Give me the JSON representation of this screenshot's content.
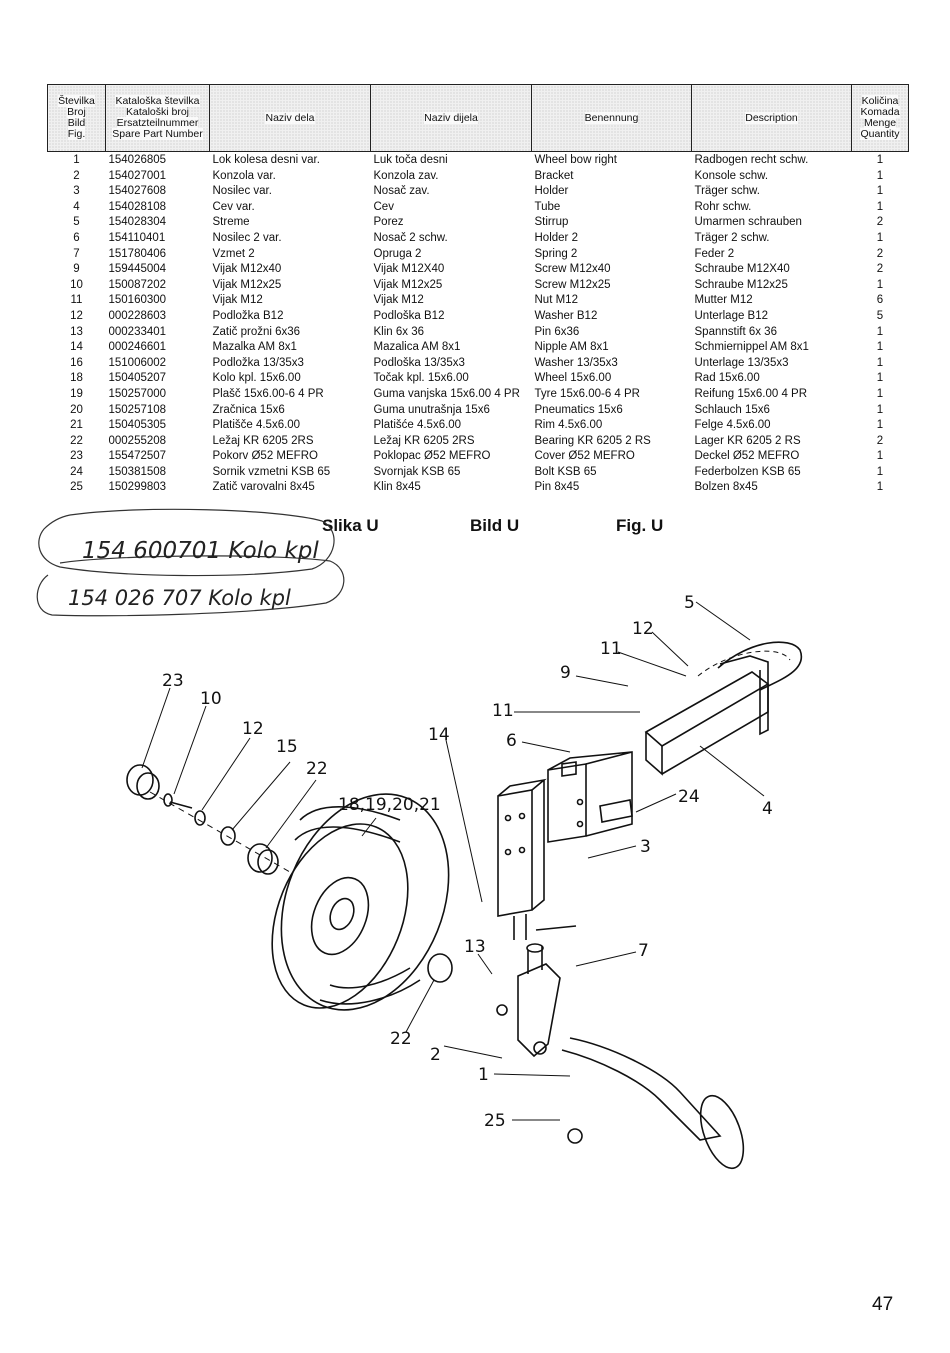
{
  "table": {
    "headers": [
      [
        "Številka",
        "Broj",
        "Bild",
        "Fig."
      ],
      [
        "Kataloška številka",
        "Kataloški broj",
        "Ersatzteilnummer",
        "Spare Part Number"
      ],
      [
        "Naziv dela"
      ],
      [
        "Naziv dijela"
      ],
      [
        "Benennung"
      ],
      [
        "Description"
      ],
      [
        "Količina",
        "Komada",
        "Menge",
        "Quantity"
      ]
    ],
    "rows": [
      [
        "1",
        "154026805",
        "Lok kolesa desni var.",
        "Luk toča desni",
        "Wheel bow right",
        "Radbogen recht schw.",
        "1"
      ],
      [
        "2",
        "154027001",
        "Konzola var.",
        "Konzola zav.",
        "Bracket",
        "Konsole schw.",
        "1"
      ],
      [
        "3",
        "154027608",
        "Nosilec var.",
        "Nosač zav.",
        "Holder",
        "Träger schw.",
        "1"
      ],
      [
        "4",
        "154028108",
        "Cev var.",
        "Cev",
        "Tube",
        "Rohr schw.",
        "1"
      ],
      [
        "5",
        "154028304",
        "Streme",
        "Porez",
        "Stirrup",
        "Umarmen schrauben",
        "2"
      ],
      [
        "6",
        "154110401",
        "Nosilec 2 var.",
        "Nosač 2 schw.",
        "Holder 2",
        "Träger 2 schw.",
        "1"
      ],
      [
        "7",
        "151780406",
        "Vzmet 2",
        "Opruga 2",
        "Spring 2",
        "Feder 2",
        "2"
      ],
      [
        "9",
        "159445004",
        "Vijak M12x40",
        "Vijak M12X40",
        "Screw M12x40",
        "Schraube M12X40",
        "2"
      ],
      [
        "10",
        "150087202",
        "Vijak M12x25",
        "Vijak M12x25",
        "Screw M12x25",
        "Schraube M12x25",
        "1"
      ],
      [
        "11",
        "150160300",
        "Vijak M12",
        "Vijak M12",
        "Nut M12",
        "Mutter M12",
        "6"
      ],
      [
        "12",
        "000228603",
        "Podložka B12",
        "Podloška B12",
        "Washer B12",
        "Unterlage B12",
        "5"
      ],
      [
        "13",
        "000233401",
        "Zatič prožni 6x36",
        "Klin 6x 36",
        "Pin 6x36",
        "Spannstift 6x 36",
        "1"
      ],
      [
        "14",
        "000246601",
        "Mazalka AM 8x1",
        "Mazalica AM 8x1",
        "Nipple AM 8x1",
        "Schmiernippel AM 8x1",
        "1"
      ],
      [
        "16",
        "151006002",
        "Podložka 13/35x3",
        "Podloška 13/35x3",
        "Washer 13/35x3",
        "Unterlage 13/35x3",
        "1"
      ],
      [
        "18",
        "150405207",
        "Kolo kpl. 15x6.00",
        "Točak kpl. 15x6.00",
        "Wheel 15x6.00",
        "Rad 15x6.00",
        "1"
      ],
      [
        "19",
        "150257000",
        "Plašč 15x6.00-6 4 PR",
        "Guma vanjska 15x6.00 4 PR",
        "Tyre 15x6.00-6 4 PR",
        "Reifung 15x6.00 4 PR",
        "1"
      ],
      [
        "20",
        "150257108",
        "Zračnica 15x6",
        "Guma unutrašnja 15x6",
        "Pneumatics 15x6",
        "Schlauch 15x6",
        "1"
      ],
      [
        "21",
        "150405305",
        "Platišče 4.5x6.00",
        "Platišće 4.5x6.00",
        "Rim 4.5x6.00",
        "Felge 4.5x6.00",
        "1"
      ],
      [
        "22",
        "000255208",
        "Ležaj KR 6205 2RS",
        "Ležaj KR 6205 2RS",
        "Bearing KR 6205 2 RS",
        "Lager KR 6205 2 RS",
        "2"
      ],
      [
        "23",
        "155472507",
        "Pokorv Ø52 MEFRO",
        "Poklopac Ø52 MEFRO",
        "Cover Ø52 MEFRO",
        "Deckel Ø52 MEFRO",
        "1"
      ],
      [
        "24",
        "150381508",
        "Sornik vzmetni KSB 65",
        "Svornjak KSB 65",
        "Bolt KSB 65",
        "Federbolzen KSB 65",
        "1"
      ],
      [
        "25",
        "150299803",
        "Zatič varovalni 8x45",
        "Klin 8x45",
        "Pin 8x45",
        "Bolzen 8x45",
        "1"
      ]
    ]
  },
  "figure_titles": [
    "Slika U",
    "Bild U",
    "Fig. U"
  ],
  "handwritten_notes": [
    "154 600701 Kolo kpl",
    "154 026 707 Kolo kpl"
  ],
  "diagram_labels": [
    "23",
    "10",
    "12",
    "15",
    "22",
    "18,19,20,21",
    "14",
    "13",
    "22",
    "2",
    "1",
    "25",
    "5",
    "12",
    "11",
    "9",
    "11",
    "6",
    "24",
    "4",
    "3",
    "7"
  ],
  "page_number": "47"
}
